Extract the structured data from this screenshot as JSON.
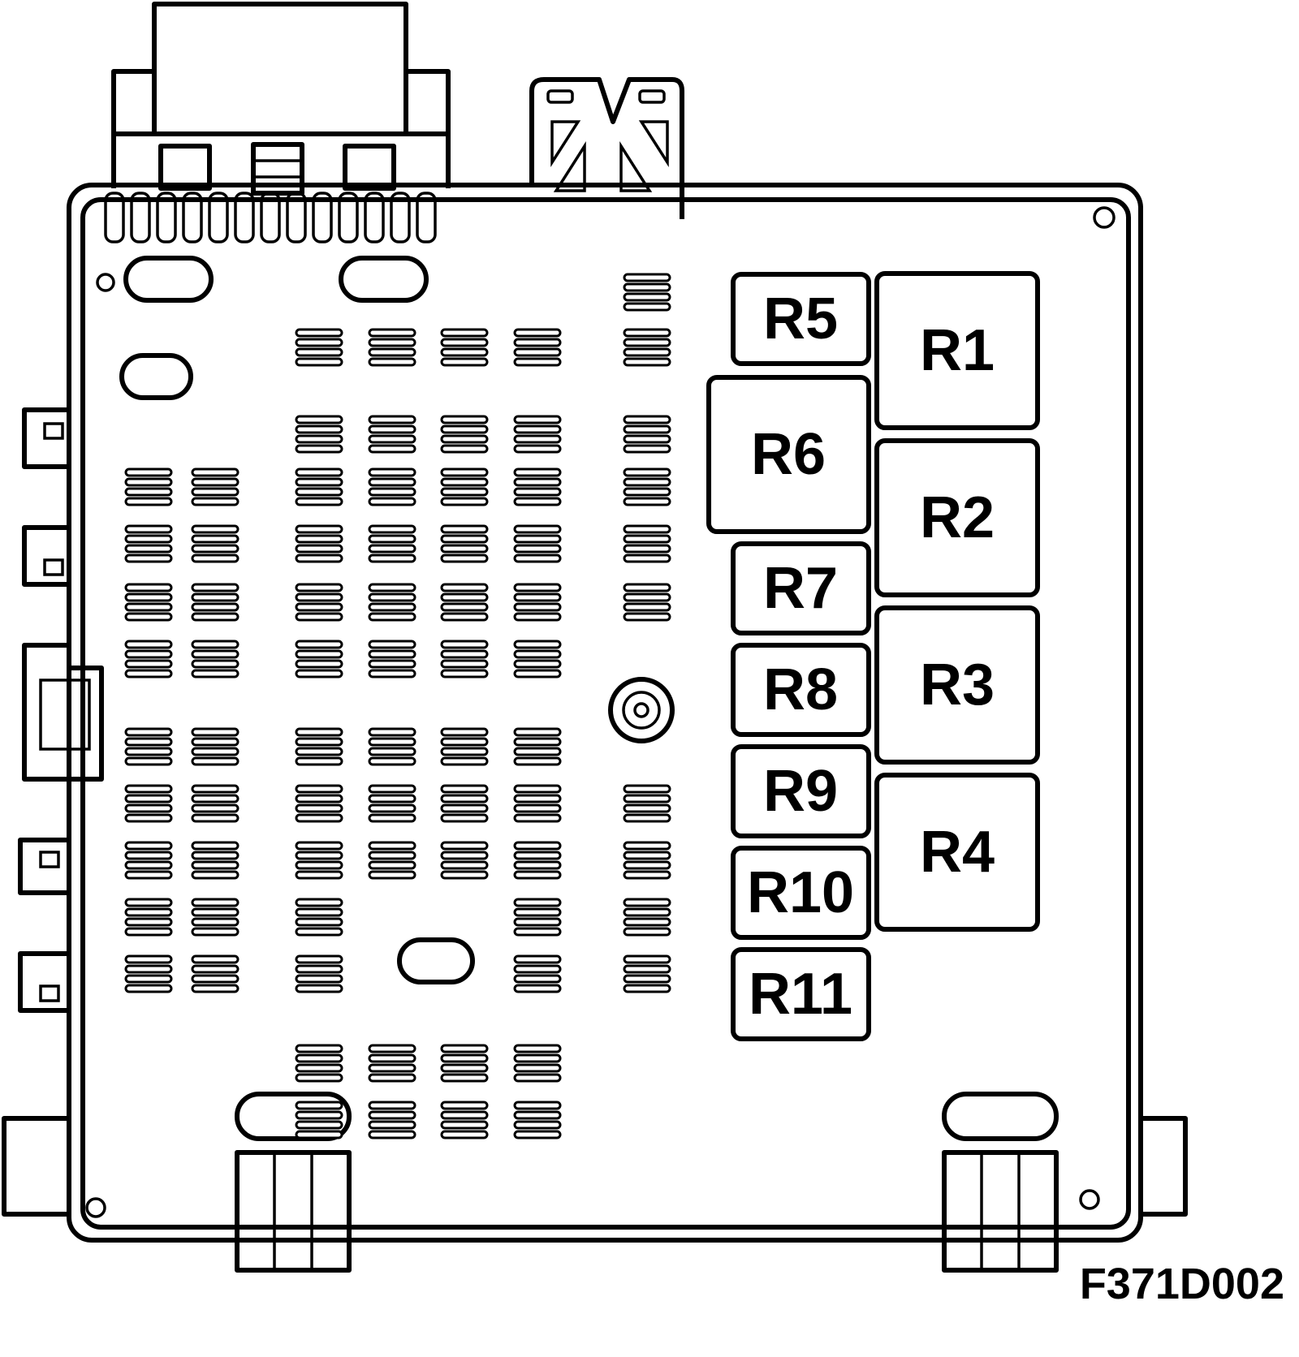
{
  "figure_code": "F371D002",
  "relays": [
    {
      "id": "R1",
      "label": "R1"
    },
    {
      "id": "R2",
      "label": "R2"
    },
    {
      "id": "R3",
      "label": "R3"
    },
    {
      "id": "R4",
      "label": "R4"
    },
    {
      "id": "R5",
      "label": "R5"
    },
    {
      "id": "R6",
      "label": "R6"
    },
    {
      "id": "R7",
      "label": "R7"
    },
    {
      "id": "R8",
      "label": "R8"
    },
    {
      "id": "R9",
      "label": "R9"
    },
    {
      "id": "R10",
      "label": "R10"
    },
    {
      "id": "R11",
      "label": "R11"
    }
  ]
}
